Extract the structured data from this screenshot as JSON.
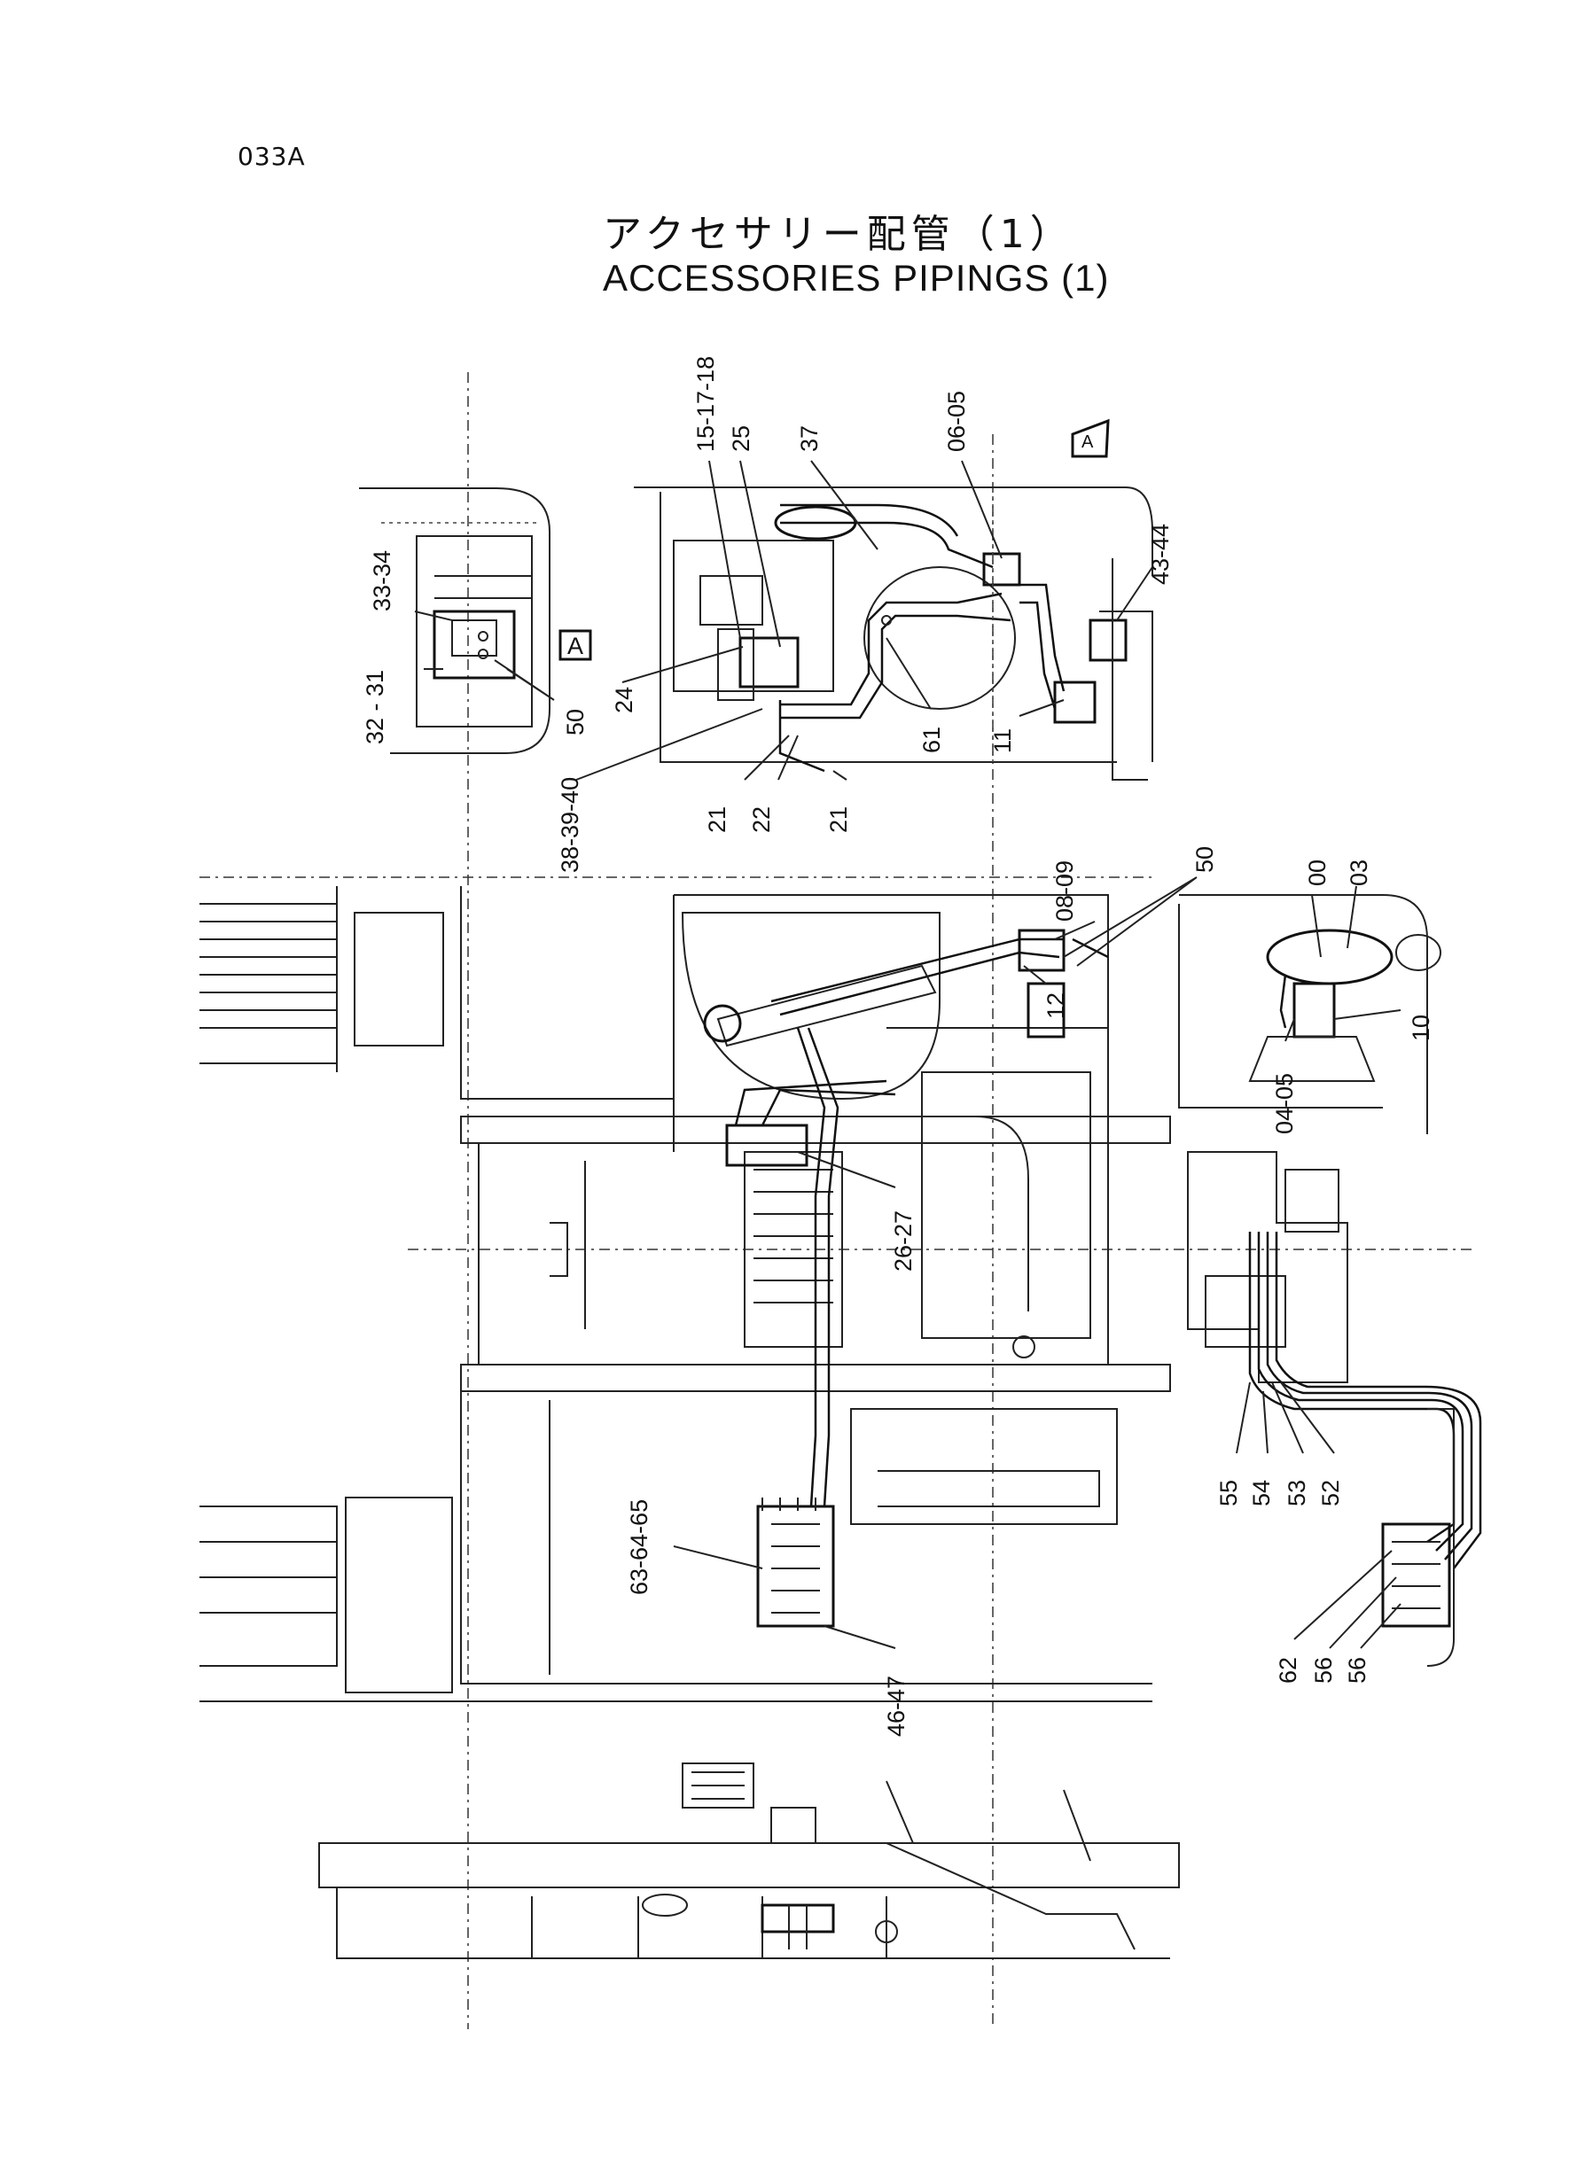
{
  "page_code": "033A",
  "title_jp": "アクセサリー配管（1）",
  "title_en": "ACCESSORIES PIPINGS (1)",
  "view_marker": "A",
  "view_box_label": "A",
  "callouts": {
    "c_15_17_18": "15-17-18",
    "c_25": "25",
    "c_37": "37",
    "c_06_05": "06-05",
    "c_43_44": "43-44",
    "c_33_34": "33-34",
    "c_32_31": "32 - 31",
    "c_50_top": "50",
    "c_24": "24",
    "c_61": "61",
    "c_11": "11",
    "c_38_39_40": "38-39-40",
    "c_21_a": "21",
    "c_22": "22",
    "c_21_b": "21",
    "c_08_09": "08-09",
    "c_50_mid": "50",
    "c_00": "00",
    "c_03": "03",
    "c_12": "12",
    "c_10": "10",
    "c_04_05": "04-05",
    "c_26_27": "26-27",
    "c_55": "55",
    "c_54": "54",
    "c_53": "53",
    "c_52": "52",
    "c_63_64_65": "63-64-65",
    "c_62": "62",
    "c_56_a": "56",
    "c_56_b": "56",
    "c_46_47": "46-47"
  }
}
